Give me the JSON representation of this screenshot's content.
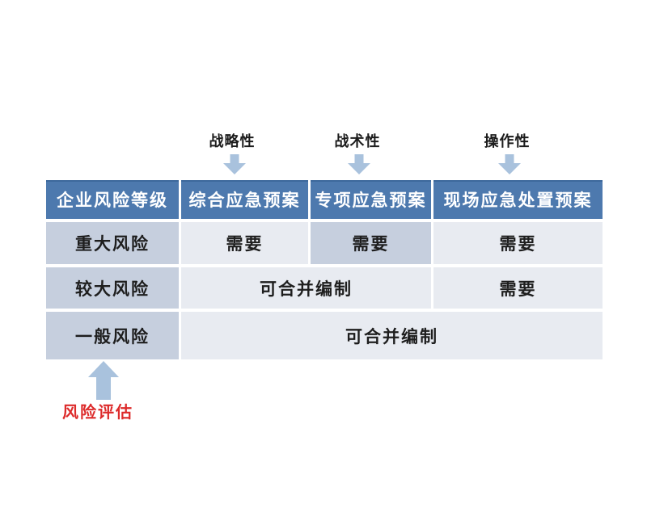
{
  "colors": {
    "header_bg": "#4d79ae",
    "header_top_edge": "#3d689c",
    "header_text": "#ffffff",
    "level_cell_bg": "#c6cfde",
    "light_cell_bg": "#e8ebf1",
    "highlight_cell_bg": "#c6cfde",
    "body_text": "#1e1e1e",
    "arrow_fill": "#a9c2dd",
    "risk_label_red": "#dd2b2b",
    "page_bg": "#ffffff"
  },
  "top_labels": {
    "strategic": "战略性",
    "tactical": "战术性",
    "operational": "操作性"
  },
  "icons": {
    "down_arrow": "down-arrow-icon",
    "up_arrow": "up-arrow-icon"
  },
  "table": {
    "headers": [
      "企业风险等级",
      "综合应急预案",
      "专项应急预案",
      "现场应急处置预案"
    ],
    "row1": {
      "level": "重大风险",
      "c1": "需要",
      "c2": "需要",
      "c3": "需要"
    },
    "row2": {
      "level": "较大风险",
      "merged": "可合并编制",
      "c3": "需要"
    },
    "row3": {
      "level": "一般风险",
      "merged": "可合并编制"
    }
  },
  "bottom_label": "风险评估"
}
